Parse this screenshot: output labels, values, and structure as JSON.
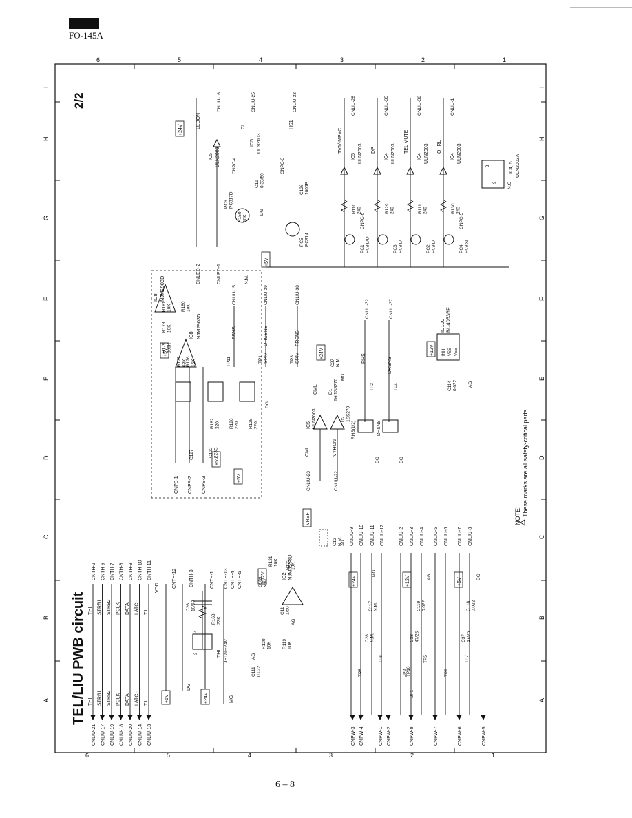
{
  "model": "FO-145A",
  "page_number": "6 – 8",
  "sheet_title": "TEL/LIU PWB circuit",
  "sheet_index": "2/2",
  "grid": {
    "numbers": [
      "6",
      "5",
      "4",
      "3",
      "2",
      "1"
    ],
    "letters": [
      "A",
      "B",
      "C",
      "D",
      "E",
      "F",
      "G",
      "H",
      "I"
    ]
  },
  "note": {
    "heading": "NOTE:",
    "text": "These marks are all safety-critical parts."
  },
  "left_connectors": [
    {
      "pin": "CNLIU-21",
      "signal": "THI",
      "dest": "CNTH-2"
    },
    {
      "pin": "CNLIU-17",
      "signal": "STRB1",
      "dest": "CNTH-6"
    },
    {
      "pin": "CNLIU-19",
      "signal": "STRB2",
      "dest": "CNTH-7"
    },
    {
      "pin": "CNLIU-18",
      "signal": "PCLK",
      "dest": "CNTH-8"
    },
    {
      "pin": "CNLIU-20",
      "signal": "DATA",
      "dest": "CNTH-9"
    },
    {
      "pin": "CNLIU-14",
      "signal": "LATCH",
      "dest": "CNTH-10"
    },
    {
      "pin": "CNLIU-13",
      "signal": "T1",
      "dest": "CNTH-11"
    }
  ],
  "upper_nets": {
    "plus5": "+5V",
    "vdd": "VDD",
    "vdd_dest": "CNTH-12",
    "dg": "DG",
    "dg_dest": "CNTH-3",
    "plus24": "+24V",
    "plus24_dest": "CNTH-1",
    "mg": "MG",
    "mg_dests": [
      "CNTH-13",
      "CNTH-4",
      "CNTH-5"
    ]
  },
  "thermal": {
    "ref": "THL",
    "part": "JS1aF-24V",
    "pin3": "3",
    "pin4": "4",
    "r163": "R163\n22K",
    "c26": "C26\n10/50"
  },
  "cnps": [
    "CNPS-1",
    "CNPS-2",
    "CNPS-3"
  ],
  "ic8_area": {
    "plus5_a": "+5V",
    "plus5_b": "+5V",
    "plus5_c": "+5V",
    "ic8_a": "IC8",
    "ic8_b": "NJM2903D",
    "ic8_c": "IC8",
    "ic8_d": "NJM2903D",
    "r177": "R177\n68K",
    "r179": "R179\n390K",
    "r178": "R178\n10K",
    "r181": "R181\n10K",
    "r180": "R180\n10K",
    "r176": "R176\n15K",
    "r182": "R182\n220",
    "r126": "R126\n220",
    "r125": "R125\n220",
    "c127": "C127",
    "c122": "C122\n223C",
    "dg": "DG",
    "tp11": "TP11",
    "tp1": "TP1\nS50V",
    "tp3": "TP3\nS50V",
    "fsns": "FSNS",
    "orgsns": "ORGSNS",
    "frsns": "FRSNS",
    "fsns_dest": "CNLIU-15",
    "orgsns_dest": "CNLIU-39",
    "frsns_dest": "CNLIU-38",
    "nm": "N.M."
  },
  "leds": {
    "cnled2": "CNLED-2",
    "cnled1": "CNLED-1",
    "plus24": "+24V",
    "ledon": "LEDON",
    "ledon_dest": "CNLIU-16",
    "ic5_a": "IC5",
    "uln_a": "ULN2003",
    "ci": "CI",
    "ci_dest": "CNLIU-25",
    "ic5_b": "IC5",
    "uln_b": "ULN2003",
    "hs1": "HS1",
    "hs1_dest": "CNLIU-33",
    "pc6": "PC6\nPC817D",
    "pc5": "PC5\nPC814",
    "r150": "R150\n10K",
    "c19": "C19\n0.33/50",
    "c126": "C126\n1000P",
    "cnpc4": "CNPC-4",
    "cnpc3": "CNPC-3",
    "plus5": "+5V",
    "dg": "DG"
  },
  "relay_channels": [
    {
      "sig": "TV1/-MPXC",
      "dest": "CNLIU-28",
      "ic": "IC5",
      "uln": "ULN2003",
      "r": "R110\n240",
      "pc": "PC1\nPC817D",
      "cn": "CNPC-6"
    },
    {
      "sig": "DP",
      "dest": "CNLIU-35",
      "ic": "IC4",
      "uln": "ULN2003",
      "r": "R129\n240",
      "pc": "PC3\nPC817",
      "cn": ""
    },
    {
      "sig": "TEL MUTE",
      "dest": "CNLIU-36",
      "ic": "IC4",
      "uln": "ULN2003",
      "r": "R111\n240",
      "pc": "PC2\nPC817",
      "cn": ""
    },
    {
      "sig": "OHRL",
      "dest": "CNLIU-1",
      "ic": "IC4",
      "uln": "ULN2003",
      "r": "R130\n240",
      "pc": "PC4\nPC851",
      "cn": "CNPC-5"
    }
  ],
  "ic45": {
    "nc": "N.C",
    "ref": "IC4, 5",
    "part": "ULN2003A",
    "pin3": "3",
    "pin9": "9"
  },
  "middle": {
    "plus24": "+24V",
    "cml": "CML",
    "c27": "C27\nN.M.",
    "d1": "D1\n1SS270",
    "d2": "D2\n1SS270",
    "mg": "MG",
    "thl": "THL",
    "ic5": "IC5\nULN2003",
    "vyhon": "VYHON",
    "cml_dest": "CNLIU-23",
    "vyhon_dest": "CNLIU-22",
    "rhs": "RHS",
    "rhs_dest": "CNLIU-32",
    "drsns": "DRSNS",
    "drsns_dest": "CNLIU-37",
    "tp2": "TP2",
    "tp4": "TP4",
    "rhs1": "RHS(1/2)",
    "drsns_sw": "DRSNS",
    "dg": "DG",
    "plus12": "+12V",
    "ic100": "IC100\nBU4053BF",
    "c114": "C114\n0.022",
    "ag": "AG",
    "inh": "INH",
    "vss": "VSS",
    "vee": "VEE"
  },
  "lower_left": {
    "plus12": "+12V",
    "ic2": "IC2\nNJM4558D",
    "vref": "VREF",
    "c12": "C12\nN.M.",
    "r121": "R121\n10K",
    "r122": "R122\n10K",
    "c109": "C109\nN.M.",
    "c11": "C11\n1/50",
    "r120": "R120\n10K",
    "r119": "R119\n10K",
    "c111": "C111\n0.022",
    "ag": "AG",
    "plus24": "+24V",
    "mg": "MG",
    "c117": "C117\nN.M.",
    "c28": "C28\nN.M.",
    "plus12b": "+12V",
    "c119": "C119\n0.022",
    "c38": "C38\n47/25",
    "plus5": "+5V",
    "c118": "C118\n0.022",
    "c37": "C37\n47/25",
    "dg": "DG",
    "tps": [
      "TP8",
      "TP6",
      "TP10",
      "TP5",
      "TP9",
      "TP7"
    ],
    "jp2": "JP2",
    "jp1": "JP1",
    "cnpw_left": [
      "CNPW-3",
      "CNPW-4",
      "CNPW-1",
      "CNPW-2",
      "CNPW-8",
      "CNPW-7",
      "CNPW-6",
      "CNPW-5"
    ],
    "cnliu_right": [
      "CNLIU-9",
      "CNLIU-10",
      "CNLIU-11",
      "CNLIU-12",
      "CNLIU-2",
      "CNLIU-3",
      "CNLIU-4",
      "CNLIU-5",
      "CNLIU-6",
      "CNLIU-7",
      "CNLIU-8"
    ]
  }
}
